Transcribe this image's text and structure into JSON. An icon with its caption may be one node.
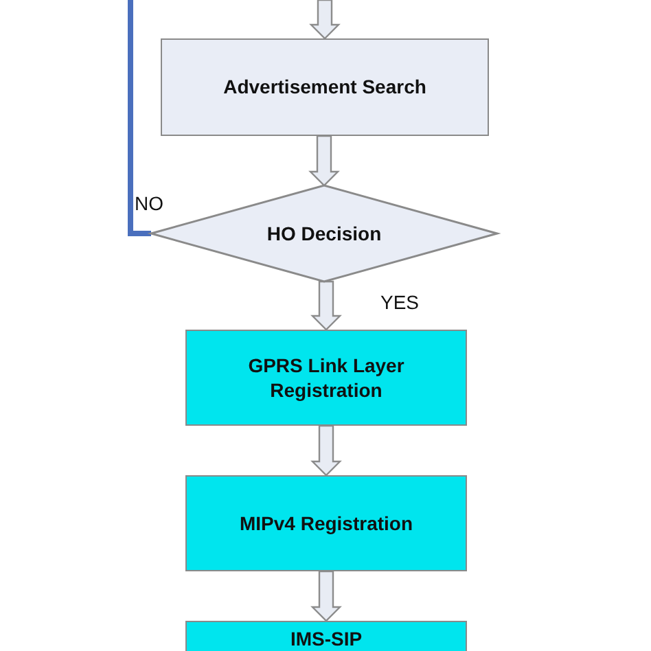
{
  "diagram": {
    "nodes": [
      {
        "text": [
          "Advertisement Search"
        ]
      },
      {
        "text": [
          "HO Decision"
        ]
      },
      {
        "text": [
          "GPRS Link Layer Registration"
        ]
      },
      {
        "text": [
          "MIPv4 Registration"
        ]
      },
      {
        "text": [
          "IMS-SIP"
        ]
      }
    ],
    "edges": [
      {
        "from": null,
        "to": 0,
        "arrow": "to"
      },
      {
        "from": 0,
        "to": 1,
        "arrow": "to"
      },
      {
        "from": 1,
        "to": 2,
        "arrow": "to",
        "label": "YES"
      },
      {
        "from": 2,
        "to": 3,
        "arrow": "to"
      },
      {
        "from": 3,
        "to": 4,
        "arrow": "to"
      },
      {
        "from": 1,
        "to": null,
        "arrow": "none",
        "label": "NO",
        "color": "#4a6fbd"
      }
    ]
  }
}
